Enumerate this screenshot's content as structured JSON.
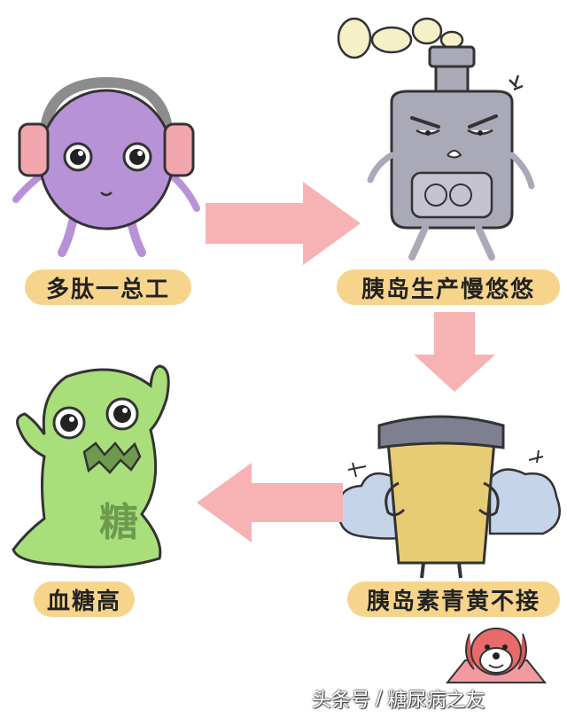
{
  "steps": [
    {
      "label": "多肽一总工"
    },
    {
      "label": "胰岛生产慢悠悠"
    },
    {
      "label": "胰岛素青黄不接"
    },
    {
      "label": "血糖高"
    }
  ],
  "blob_text": "糖",
  "watermark": {
    "source": "头条号",
    "separator": "/",
    "account": "糖尿病之友"
  },
  "colors": {
    "label_bg": "#f7d48c",
    "arrow": "#f7b3b3",
    "purple_char": "#b892d6",
    "gray_char": "#a9a9b8",
    "yellow_char": "#e8cc74",
    "green_char": "#a8df7a"
  }
}
